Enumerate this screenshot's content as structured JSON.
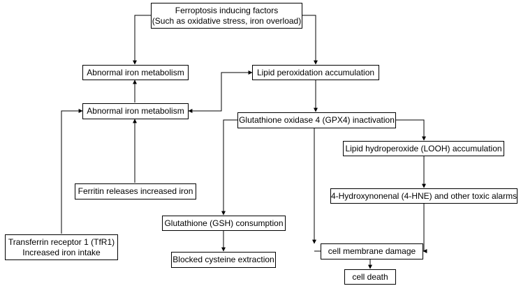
{
  "nodes": {
    "inducing_factors": {
      "line1": "Ferroptosis inducing factors",
      "line2": "(Such as oxidative stress, iron overload)"
    },
    "abnormal_iron_1": {
      "label": "Abnormal iron metabolism"
    },
    "abnormal_iron_2": {
      "label": "Abnormal iron metabolism"
    },
    "lipid_peroxidation": {
      "label": "Lipid peroxidation accumulation"
    },
    "gpx4": {
      "label": "Glutathione oxidase 4 (GPX4) inactivation"
    },
    "looh": {
      "label": "Lipid hydroperoxide (LOOH) accumulation"
    },
    "hne": {
      "label": "4-Hydroxynonenal (4-HNE) and other toxic alarms"
    },
    "ferritin": {
      "label": "Ferritin releases increased iron"
    },
    "tfr1": {
      "line1": "Transferrin receptor 1 (TfR1)",
      "line2": "Increased iron intake"
    },
    "gsh": {
      "label": "Glutathione (GSH) consumption"
    },
    "cysteine": {
      "label": "Blocked cysteine extraction"
    },
    "membrane": {
      "label": "cell membrane damage"
    },
    "death": {
      "label": "cell death"
    }
  }
}
